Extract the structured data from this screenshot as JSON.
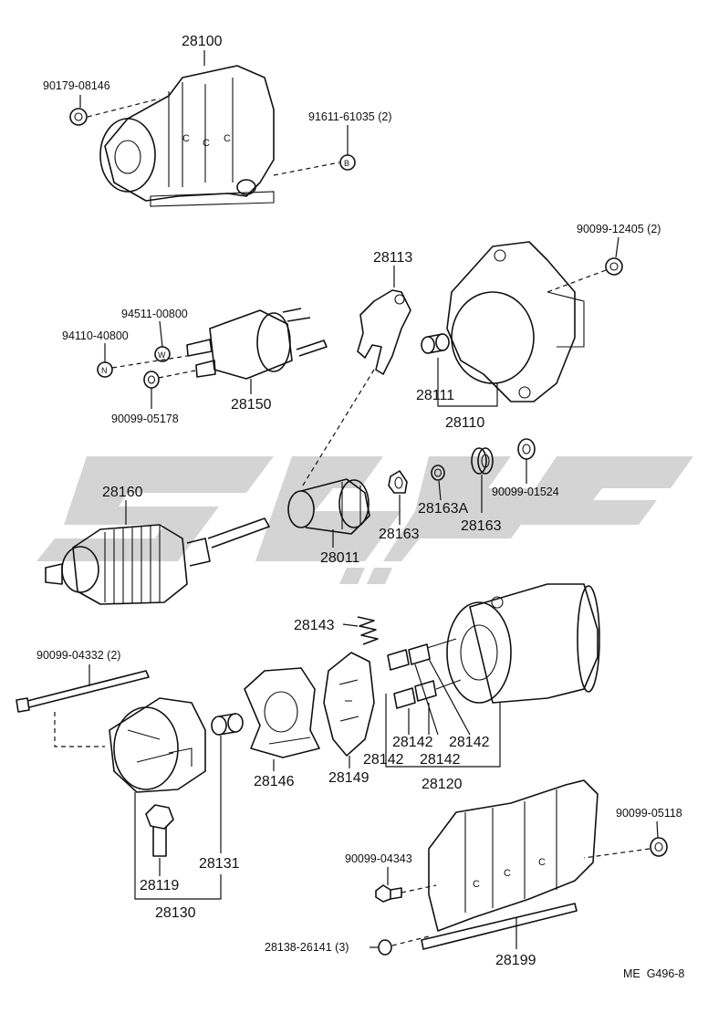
{
  "labels": {
    "p28100": "28100",
    "p90179_08146": "90179-08146",
    "p91611_61035": "91611-61035 (2)",
    "markB": "B",
    "p90099_12405": "90099-12405 (2)",
    "p28113": "28113",
    "p94511_00800": "94511-00800",
    "p94110_40800": "94110-40800",
    "markW": "W",
    "markN": "N",
    "p90099_05178": "90099-05178",
    "p28150": "28150",
    "p28111": "28111",
    "p28110": "28110",
    "p28160": "28160",
    "p28011": "28011",
    "p28163_a": "28163",
    "p28163A": "28163A",
    "p28163_b": "28163",
    "p90099_01524": "90099-01524",
    "p28143": "28143",
    "p90099_04332": "90099-04332 (2)",
    "p28146": "28146",
    "p28149": "28149",
    "p28142_a": "28142",
    "p28142_b": "28142",
    "p28142_c": "28142",
    "p28142_d": "28142",
    "p28120": "28120",
    "p28131": "28131",
    "p28119": "28119",
    "p28130": "28130",
    "p90099_05118": "90099-05118",
    "p90099_04343": "90099-04343",
    "p28138_26141": "28138-26141 (3)",
    "p28199": "28199",
    "code": "ME  G496-8"
  }
}
